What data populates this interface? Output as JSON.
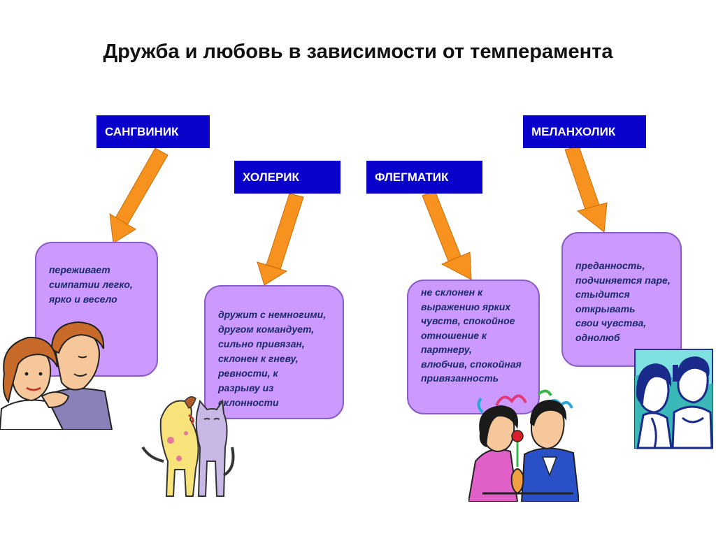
{
  "title": "Дружба и любовь в зависимости от темперамента",
  "colors": {
    "type_box": "#0a00cc",
    "desc_box_fill": "#cc99ff",
    "desc_box_border": "#8a5cc8",
    "desc_text": "#1a2a6a",
    "arrow": "#f7921e"
  },
  "temperaments": [
    {
      "id": "sanguine",
      "label": "САНГВИНИК",
      "description": [
        "переживает",
        "симпатии легко,",
        "ярко и весело"
      ],
      "illustration": "couple-embracing-icon"
    },
    {
      "id": "choleric",
      "label": "ХОЛЕРИК",
      "description": [
        "дружит с немногими,",
        "другом командует,",
        "сильно привязан,",
        "склонен к гневу,",
        "ревности, к",
        "разрыву из",
        "склонности"
      ],
      "illustration": "dog-and-cat-icon"
    },
    {
      "id": "phlegmatic",
      "label": "ФЛЕГМАТИК",
      "description": [
        "не склонен к",
        "выражению ярких",
        "чувств, спокойное",
        "отношение к",
        "партнеру,",
        "влюбчив, спокойная",
        "привязанность"
      ],
      "illustration": "couple-with-flower-icon"
    },
    {
      "id": "melancholic",
      "label": "МЕЛАНХОЛИК",
      "description": [
        "преданность,",
        "подчиняется паре,",
        "стыдится",
        "открывать",
        "свои чувства,",
        "однолюб"
      ],
      "illustration": "shy-couple-icon"
    }
  ]
}
